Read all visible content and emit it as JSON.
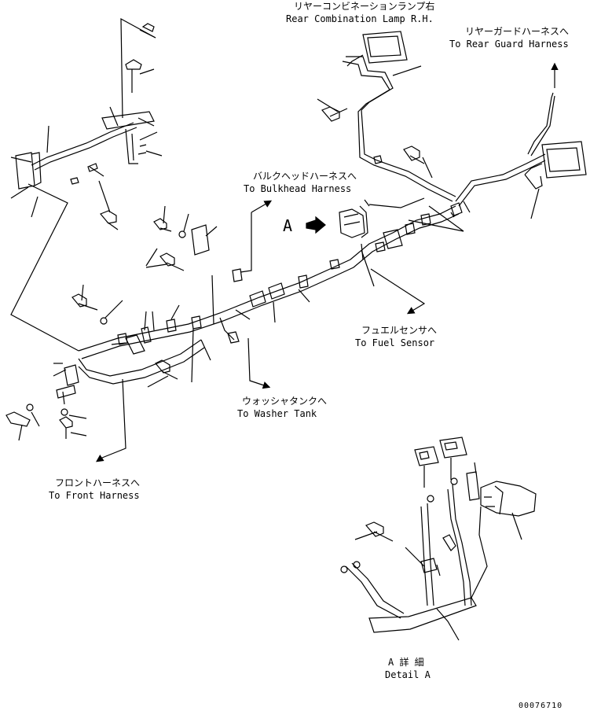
{
  "labels": {
    "rear_lamp_jp": "リヤーコンビネーションランプ右",
    "rear_lamp_en": "Rear Combination Lamp R.H.",
    "rear_guard_jp": "リヤーガードハーネスへ",
    "rear_guard_en": "To Rear Guard Harness",
    "bulkhead_jp": "バルクヘッドハーネスへ",
    "bulkhead_en": "To Bulkhead Harness",
    "view_marker": "A",
    "fuel_sensor_jp": "フュエルセンサへ",
    "fuel_sensor_en": "To Fuel Sensor",
    "washer_tank_jp": "ウォッシャタンクへ",
    "washer_tank_en": "To Washer Tank",
    "front_harness_jp": "フロントハーネスへ",
    "front_harness_en": "To Front Harness",
    "detail_jp": "A 詳 細",
    "detail_en": "Detail A",
    "drawing_number": "00076710"
  }
}
